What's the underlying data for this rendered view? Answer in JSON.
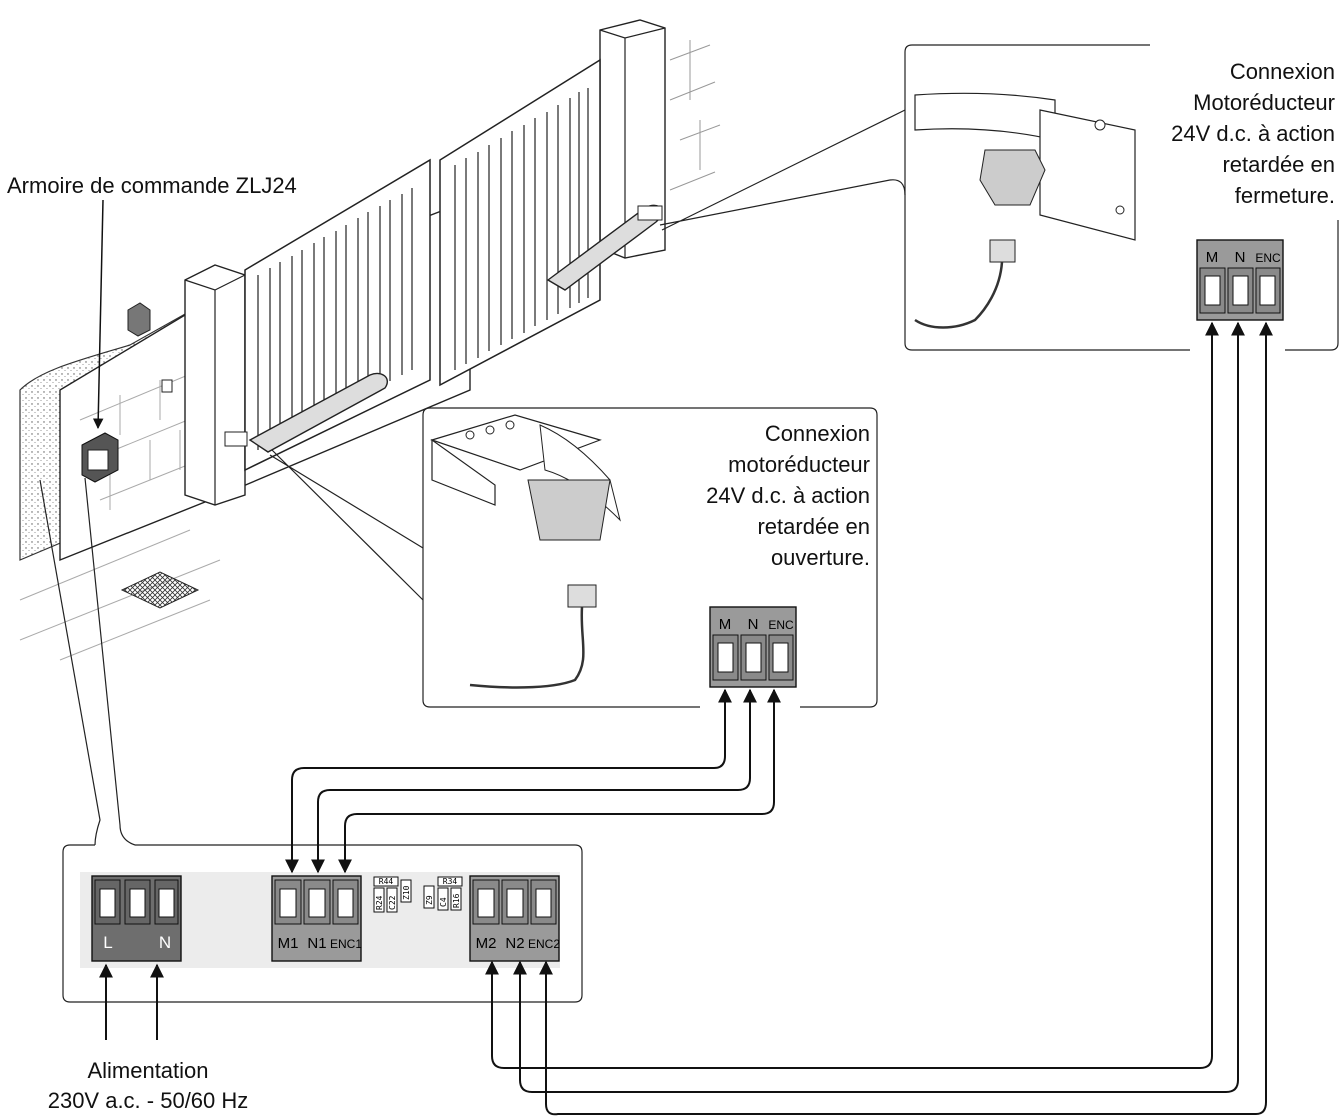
{
  "labels": {
    "control_box": "Armoire de commande ZLJ24",
    "power_line1": "Alimentation",
    "power_line2": "230V a.c. - 50/60 Hz",
    "opening_motor": [
      "Connexion",
      "motoréducteur",
      "24V d.c. à action",
      "retardée en",
      "ouverture."
    ],
    "closing_motor": [
      "Connexion",
      "Motoréducteur",
      "24V d.c. à action",
      "retardée en",
      "fermeture."
    ]
  },
  "terminals": {
    "motor1": [
      "M",
      "N",
      "ENC"
    ],
    "motor2": [
      "M",
      "N",
      "ENC"
    ],
    "power": [
      "L",
      "N"
    ],
    "board_m1": [
      "M1",
      "N1",
      "ENC1"
    ],
    "board_m2": [
      "M2",
      "N2",
      "ENC2"
    ]
  },
  "components": [
    "R44",
    "R24",
    "C22",
    "Z10",
    "Z9",
    "R34",
    "C4",
    "R16"
  ],
  "colors": {
    "terminal_dark": "#6e6e6e",
    "terminal_mid": "#9a9a9a",
    "board_bg": "#ececec",
    "line": "#111111"
  }
}
